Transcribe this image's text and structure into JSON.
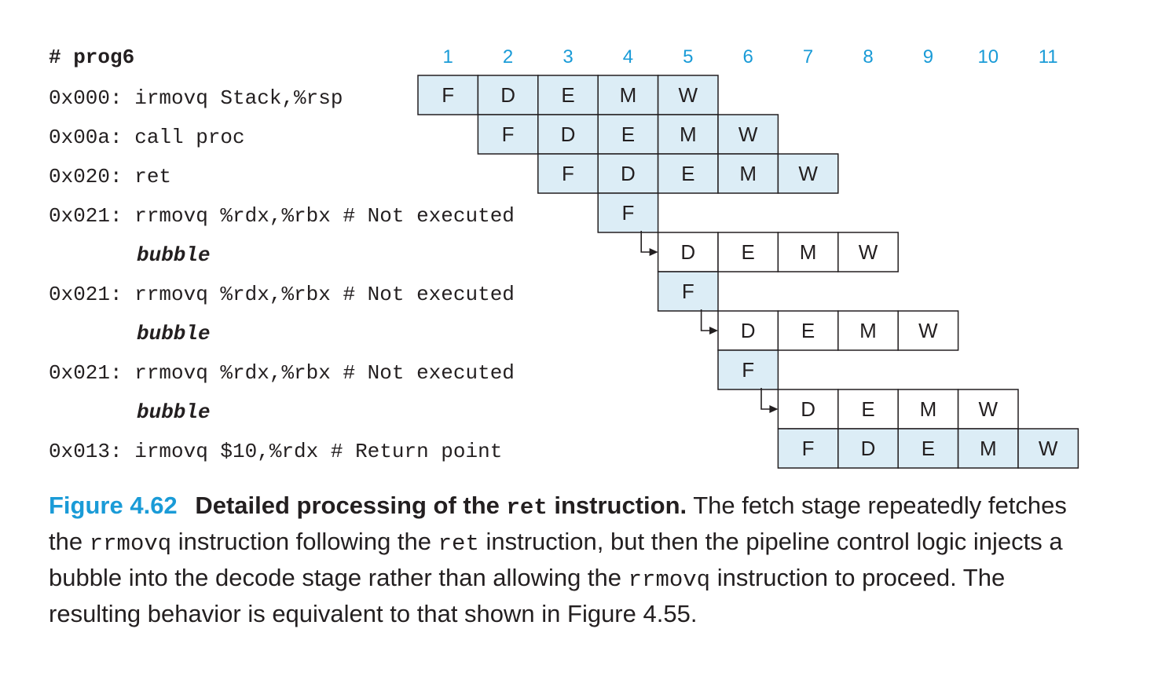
{
  "program": {
    "header": "# prog6",
    "lines": [
      {
        "text": "0x000: irmovq Stack,%rsp",
        "bubble": false
      },
      {
        "text": "0x00a: call proc",
        "bubble": false
      },
      {
        "text": "0x020: ret",
        "bubble": false
      },
      {
        "text": "0x021: rrmovq %rdx,%rbx # Not executed",
        "bubble": false
      },
      {
        "text": "bubble",
        "bubble": true
      },
      {
        "text": "0x021: rrmovq %rdx,%rbx # Not executed",
        "bubble": false
      },
      {
        "text": "bubble",
        "bubble": true
      },
      {
        "text": "0x021: rrmovq %rdx,%rbx # Not executed",
        "bubble": false
      },
      {
        "text": "bubble",
        "bubble": true
      },
      {
        "text": "0x013: irmovq $10,%rdx # Return point",
        "bubble": false
      }
    ]
  },
  "cycles": [
    "1",
    "2",
    "3",
    "4",
    "5",
    "6",
    "7",
    "8",
    "9",
    "10",
    "11"
  ],
  "rows": [
    {
      "stages": [
        {
          "label": "F",
          "cycle": 1,
          "shaded": true
        },
        {
          "label": "D",
          "cycle": 2,
          "shaded": true
        },
        {
          "label": "E",
          "cycle": 3,
          "shaded": true
        },
        {
          "label": "M",
          "cycle": 4,
          "shaded": true
        },
        {
          "label": "W",
          "cycle": 5,
          "shaded": true
        }
      ]
    },
    {
      "stages": [
        {
          "label": "F",
          "cycle": 2,
          "shaded": true
        },
        {
          "label": "D",
          "cycle": 3,
          "shaded": true
        },
        {
          "label": "E",
          "cycle": 4,
          "shaded": true
        },
        {
          "label": "M",
          "cycle": 5,
          "shaded": true
        },
        {
          "label": "W",
          "cycle": 6,
          "shaded": true
        }
      ]
    },
    {
      "stages": [
        {
          "label": "F",
          "cycle": 3,
          "shaded": true
        },
        {
          "label": "D",
          "cycle": 4,
          "shaded": true
        },
        {
          "label": "E",
          "cycle": 5,
          "shaded": true
        },
        {
          "label": "M",
          "cycle": 6,
          "shaded": true
        },
        {
          "label": "W",
          "cycle": 7,
          "shaded": true
        }
      ]
    },
    {
      "stages": [
        {
          "label": "F",
          "cycle": 4,
          "shaded": true
        }
      ]
    },
    {
      "arrow_from_cycle": 4,
      "stages": [
        {
          "label": "D",
          "cycle": 5,
          "shaded": false
        },
        {
          "label": "E",
          "cycle": 6,
          "shaded": false
        },
        {
          "label": "M",
          "cycle": 7,
          "shaded": false
        },
        {
          "label": "W",
          "cycle": 8,
          "shaded": false
        }
      ]
    },
    {
      "stages": [
        {
          "label": "F",
          "cycle": 5,
          "shaded": true
        }
      ]
    },
    {
      "arrow_from_cycle": 5,
      "stages": [
        {
          "label": "D",
          "cycle": 6,
          "shaded": false
        },
        {
          "label": "E",
          "cycle": 7,
          "shaded": false
        },
        {
          "label": "M",
          "cycle": 8,
          "shaded": false
        },
        {
          "label": "W",
          "cycle": 9,
          "shaded": false
        }
      ]
    },
    {
      "stages": [
        {
          "label": "F",
          "cycle": 6,
          "shaded": true
        }
      ]
    },
    {
      "arrow_from_cycle": 6,
      "stages": [
        {
          "label": "D",
          "cycle": 7,
          "shaded": false
        },
        {
          "label": "E",
          "cycle": 8,
          "shaded": false
        },
        {
          "label": "M",
          "cycle": 9,
          "shaded": false
        },
        {
          "label": "W",
          "cycle": 10,
          "shaded": false
        }
      ]
    },
    {
      "stages": [
        {
          "label": "F",
          "cycle": 7,
          "shaded": true
        },
        {
          "label": "D",
          "cycle": 8,
          "shaded": true
        },
        {
          "label": "E",
          "cycle": 9,
          "shaded": true
        },
        {
          "label": "M",
          "cycle": 10,
          "shaded": true
        },
        {
          "label": "W",
          "cycle": 11,
          "shaded": true
        }
      ]
    }
  ],
  "colors": {
    "shaded_fill": "#dcedf6",
    "plain_fill": "#ffffff",
    "stroke": "#231f20",
    "cycle_number": "#1a9bd7",
    "text": "#231f20"
  },
  "caption": {
    "figure_number": "Figure 4.62",
    "title_pre": "Detailed processing of the",
    "title_code": "ret",
    "title_post": "instruction.",
    "body_1": "The fetch stage repeatedly fetches the",
    "code_1": "rrmovq",
    "body_2": "instruction following the",
    "code_2": "ret",
    "body_3": "instruction, but then the pipeline control logic injects a bubble into the decode stage rather than allowing the",
    "code_3": "rrmovq",
    "body_4": "instruction to proceed. The resulting behavior is equivalent to that shown in Figure 4.55."
  }
}
